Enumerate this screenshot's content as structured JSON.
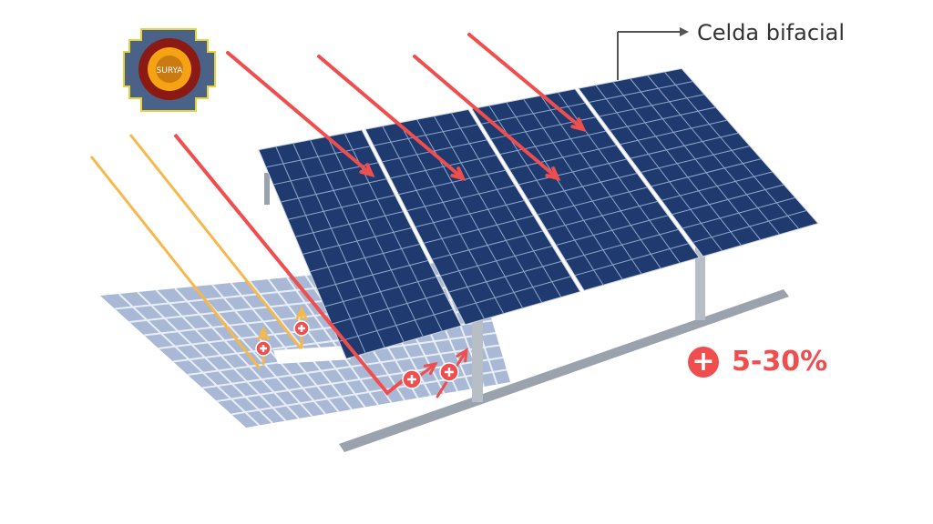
{
  "callout": {
    "label": "Celda bifacial"
  },
  "gain": {
    "value": "5-30%",
    "icon": "plus-circle-icon"
  },
  "logo": {
    "text": "SURYA"
  },
  "colors": {
    "direct_ray": "#f04e4e",
    "reflected_ray": "#f7b84b",
    "panel": "#1f3a6e",
    "shadow": "#a9b8d4",
    "frame": "#9aa3ad"
  }
}
